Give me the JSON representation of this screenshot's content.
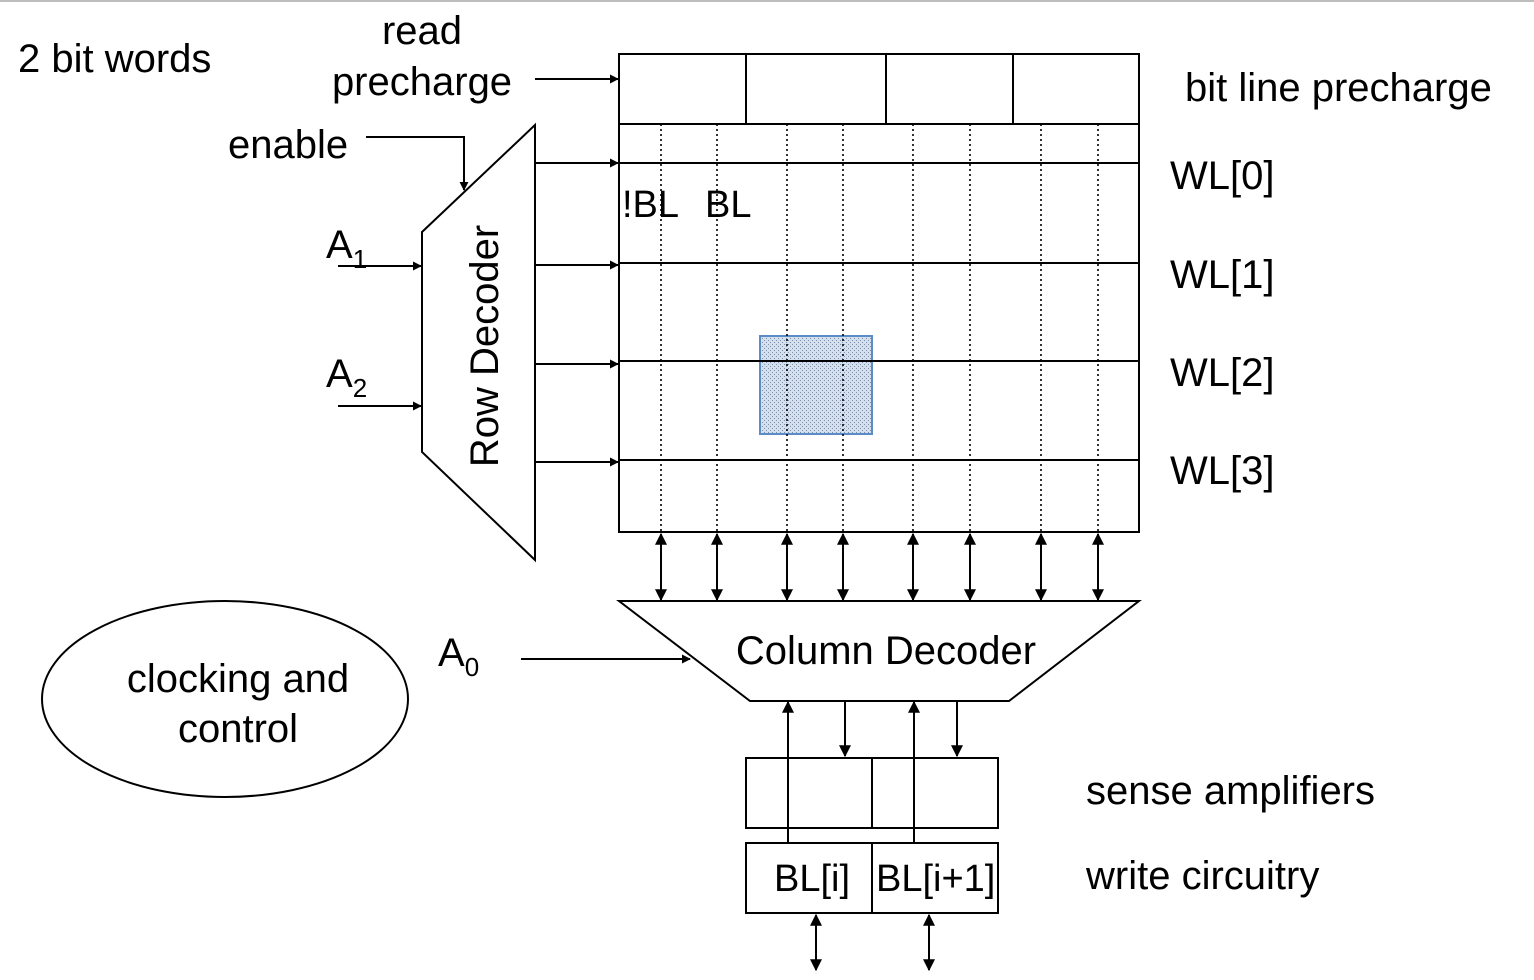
{
  "labels": {
    "title": "2 bit words",
    "read_precharge_line1": "read",
    "read_precharge_line2": "precharge",
    "enable": "enable",
    "a1_main": "A",
    "a1_sub": "1",
    "a2_main": "A",
    "a2_sub": "2",
    "a0_main": "A",
    "a0_sub": "0",
    "row_decoder": "Row Decoder",
    "column_decoder": "Column Decoder",
    "bit_line_precharge": "bit line precharge",
    "not_bl": "!BL",
    "bl": "BL",
    "wordlines": [
      "WL[0]",
      "WL[1]",
      "WL[2]",
      "WL[3]"
    ],
    "clocking_line1": "clocking and",
    "clocking_line2": "control",
    "sense_amplifiers": "sense amplifiers",
    "write_circuitry": "write circuitry",
    "bl_i": "BL[i]",
    "bl_i1": "BL[i+1]"
  },
  "colors": {
    "stroke": "#000000",
    "highlight_fill": "#c5d3e8",
    "highlight_border": "#5b8cc8"
  }
}
